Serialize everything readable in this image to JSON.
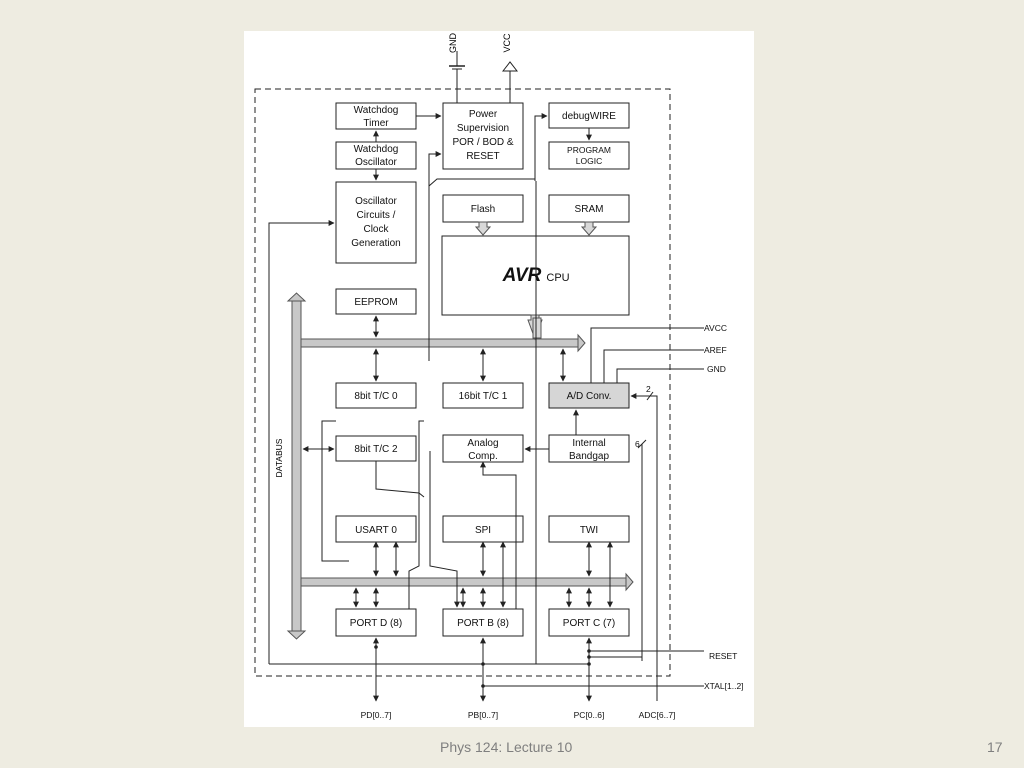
{
  "diagram": {
    "top_pins": {
      "gnd": "GND",
      "vcc": "VCC"
    },
    "blocks": {
      "watchdog_timer": [
        "Watchdog",
        "Timer"
      ],
      "watchdog_oscillator": [
        "Watchdog",
        "Oscillator"
      ],
      "oscillator_circuits": [
        "Oscillator",
        "Circuits /",
        "Clock",
        "Generation"
      ],
      "power_supervision": [
        "Power",
        "Supervision",
        "POR / BOD &",
        "RESET"
      ],
      "debugwire": "debugWIRE",
      "program_logic": [
        "PROGRAM",
        "LOGIC"
      ],
      "flash": "Flash",
      "sram": "SRAM",
      "cpu_logo": "AVR",
      "cpu_label": "CPU",
      "eeprom": "EEPROM",
      "tc0": "8bit T/C 0",
      "tc1": "16bit T/C 1",
      "adc": "A/D Conv.",
      "tc2": "8bit T/C 2",
      "analog_comp": [
        "Analog",
        "Comp."
      ],
      "internal_bandgap": [
        "Internal",
        "Bandgap"
      ],
      "usart0": "USART 0",
      "spi": "SPI",
      "twi": "TWI",
      "port_d": "PORT D (8)",
      "port_b": "PORT B (8)",
      "port_c": "PORT C (7)"
    },
    "databus_label": "DATABUS",
    "side_signals": {
      "avcc": "AVCC",
      "aref": "AREF",
      "gnd": "GND",
      "reset": "RESET",
      "xtal": "XTAL[1..2]"
    },
    "bus_widths": {
      "adc_in": "2",
      "bandgap_in": "6"
    },
    "pin_labels": {
      "pd": "PD[0..7]",
      "pb": "PB[0..7]",
      "pc": "PC[0..6]",
      "adc": "ADC[6..7]"
    }
  },
  "footer": {
    "title": "Phys 124: Lecture 10",
    "page_number": "17"
  }
}
